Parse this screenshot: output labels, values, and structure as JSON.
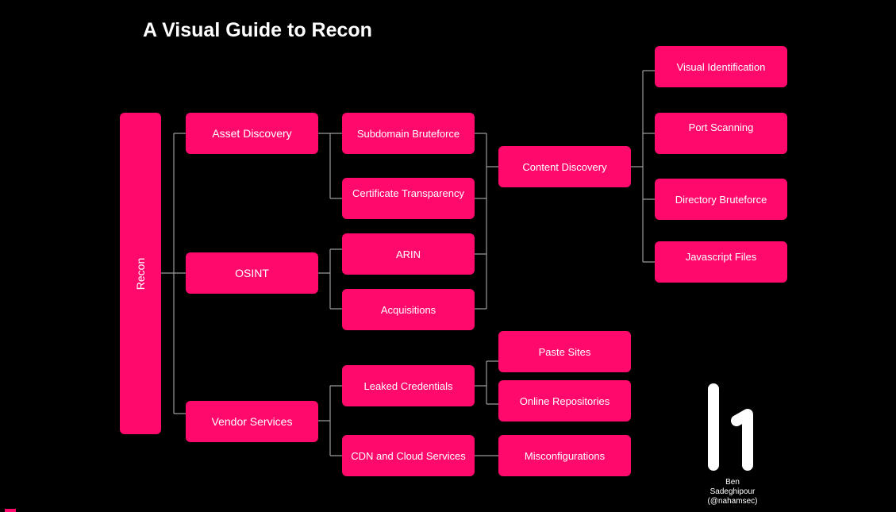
{
  "title": "A Visual Guide to Recon",
  "accent_color": "#ff0a6c",
  "nodes": {
    "recon": "Recon",
    "asset_discovery": "Asset Discovery",
    "osint": "OSINT",
    "vendor_services": "Vendor Services",
    "subdomain_bruteforce": "Subdomain Bruteforce",
    "certificate_transparency": "Certificate Transparency",
    "arin": "ARIN",
    "acquisitions": "Acquisitions",
    "leaked_credentials": "Leaked Credentials",
    "cdn_cloud": "CDN and Cloud Services",
    "content_discovery": "Content Discovery",
    "paste_sites": "Paste Sites",
    "online_repositories": "Online Repositories",
    "misconfigurations": "Misconfigurations",
    "visual_identification": "Visual Identification",
    "port_scanning": "Port Scanning",
    "directory_bruteforce": "Directory Bruteforce",
    "javascript_files": "Javascript Files"
  },
  "credit": {
    "line1": "Ben",
    "line2": "Sadeghipour",
    "line3": "(@nahamsec)"
  },
  "logo_icon": "hackerone-h1-logo-icon"
}
